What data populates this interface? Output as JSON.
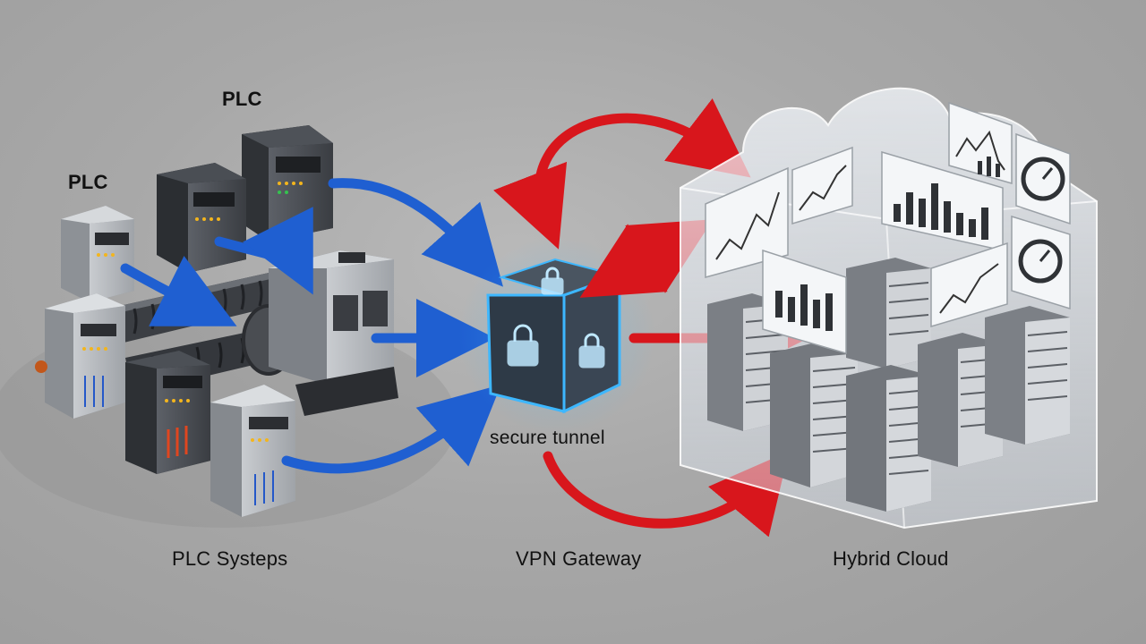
{
  "labels": {
    "plc_top": "PLC",
    "plc_left": "PLC",
    "secure_tunnel": "secure tunnel",
    "plc_systems": "PLC Systeps",
    "vpn_gateway": "VPN Gateway",
    "hybrid_cloud": "Hybrid Cloud"
  },
  "colors": {
    "background": "#a8a8a8",
    "ot_arrow": "#1f5fd1",
    "cloud_arrow": "#d8161c",
    "gateway_glow": "#3db7ff",
    "cloud_glass": "#e8eef5"
  }
}
